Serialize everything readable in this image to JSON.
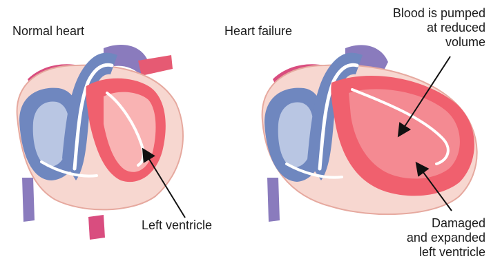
{
  "panels": {
    "normal": {
      "title": "Normal heart"
    },
    "failure": {
      "title": "Heart failure"
    }
  },
  "annotations": {
    "left_ventricle": "Left ventricle",
    "pumped": [
      "Blood is pumped",
      "at reduced",
      "volume"
    ],
    "damaged": [
      "Damaged",
      "and expanded",
      "left ventricle"
    ]
  },
  "colors": {
    "oxygenated": "#f0606e",
    "oxygenated_light": "#f9b3b3",
    "deoxygenated": "#6f87bf",
    "deoxygenated_light": "#b9c6e3",
    "vessel_purple": "#8a7bbd",
    "vessel_pink": "#d94d7f",
    "tissue": "#f7d7d0",
    "text": "#1a1a1a"
  }
}
